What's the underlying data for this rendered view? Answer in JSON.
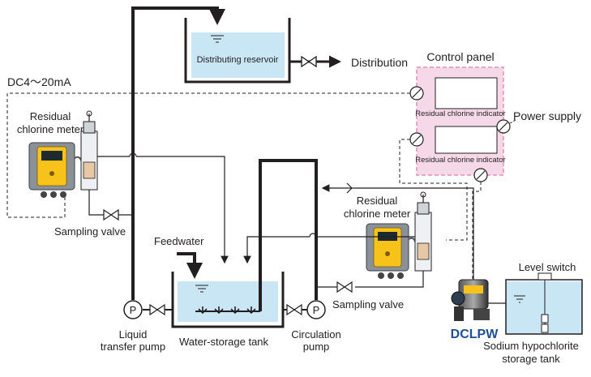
{
  "labels": {
    "dc_signal": "DC4～20mA",
    "distributing_reservoir": "Distributing reservoir",
    "distribution": "Distribution",
    "control_panel": "Control panel",
    "residual_chlorine_indicator_1": "Residual chlorine indicator",
    "residual_chlorine_indicator_2": "Residual chlorine indicator",
    "power_supply": "Power supply",
    "meter_left_line1": "Residual",
    "meter_left_line2": "chlorine meter",
    "meter_right_line1": "Residual",
    "meter_right_line2": "chlorine meter",
    "sampling_valve_left": "Sampling valve",
    "sampling_valve_right": "Sampling valve",
    "feedwater": "Feedwater",
    "water_storage_tank": "Water-storage tank",
    "liquid_transfer_pump_line1": "Liquid",
    "liquid_transfer_pump_line2": "transfer pump",
    "circulation_pump_line1": "Circulation",
    "circulation_pump_line2": "pump",
    "level_switch": "Level switch",
    "pump_model": "DCLPW",
    "storage_tank_line1": "Sodium hypochlorite",
    "storage_tank_line2": "storage tank",
    "pump_symbol_left": "P",
    "pump_symbol_right": "P"
  },
  "colors": {
    "water": "#c9e6f5",
    "control_panel_fill": "#f6d9e8",
    "control_panel_border": "#e08fb6",
    "meter_yellow": "#f7c21a",
    "meter_body": "#8a9199",
    "pipe": "#231f20",
    "brand": "#1f4e9a"
  },
  "icons": [
    "valve-icon",
    "pump-icon",
    "meter-icon",
    "metering-pump-icon",
    "arrow-icon"
  ]
}
